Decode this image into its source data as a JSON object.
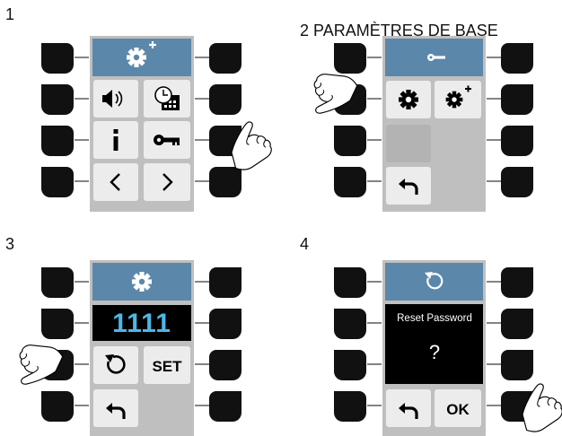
{
  "steps": [
    {
      "number": "1",
      "title": ""
    },
    {
      "number": "2",
      "title": "PARAMÈTRES DE BASE"
    },
    {
      "number": "3",
      "title": ""
    },
    {
      "number": "4",
      "title": ""
    }
  ],
  "panel3": {
    "code": "1111",
    "set_label": "SET"
  },
  "panel4": {
    "message": "Reset Password",
    "question": "?",
    "ok_label": "OK"
  },
  "colors": {
    "header": "#5b87ab",
    "screen_bg": "#bfbfbf",
    "button": "#ececec",
    "key": "#111111",
    "digits": "#4fb6e6"
  },
  "icons": [
    "gear-plus-icon",
    "speaker-icon",
    "clock-calendar-icon",
    "info-icon",
    "key-icon",
    "chevron-left-icon",
    "chevron-right-icon",
    "gear-icon",
    "back-arrow-icon",
    "reset-icon",
    "hand-pointer-icon"
  ]
}
